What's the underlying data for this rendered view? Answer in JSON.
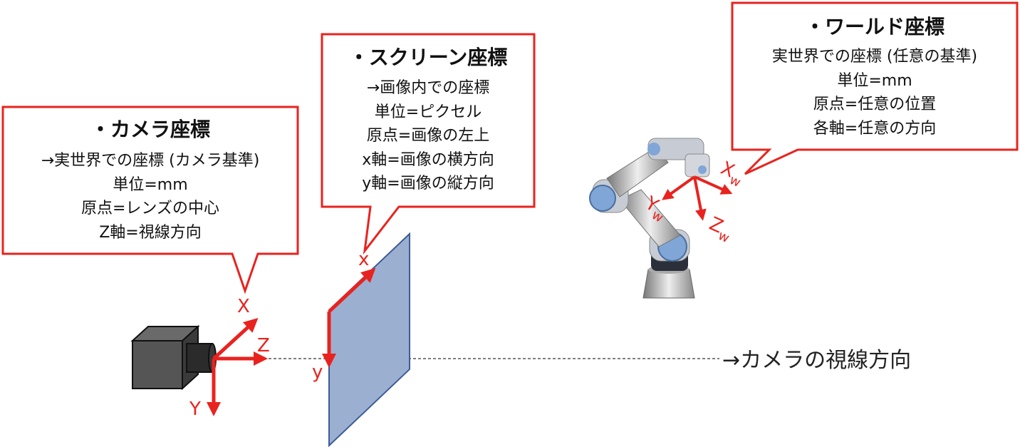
{
  "camera_box": {
    "title": "・カメラ座標",
    "lines": [
      "→実世界での座標 (カメラ基準)",
      "単位=mm",
      "原点=レンズの中心",
      "Z軸=視線方向"
    ]
  },
  "screen_box": {
    "title": "・スクリーン座標",
    "lines": [
      "→画像内での座標",
      "単位=ピクセル",
      "原点=画像の左上",
      "x軸=画像の横方向",
      "y軸=画像の縦方向"
    ]
  },
  "world_box": {
    "title": "・ワールド座標",
    "lines": [
      "実世界での座標 (任意の基準)",
      "単位=mm",
      "原点=任意の位置",
      "各軸=任意の方向"
    ]
  },
  "camera_axes": {
    "x": "X",
    "y": "Y",
    "z": "Z"
  },
  "screen_axes": {
    "x": "x",
    "y": "y"
  },
  "world_axes": {
    "x": "X",
    "y": "Y",
    "z": "Z",
    "subscript": "w"
  },
  "sightline_label": "→カメラの視線方向",
  "colors": {
    "callout_border": "#e8231f",
    "axis": "#e8231f",
    "screen_fill": "#9bb0d1",
    "screen_edge": "#3e5b9a",
    "camera_body": "#4d4d4d"
  }
}
